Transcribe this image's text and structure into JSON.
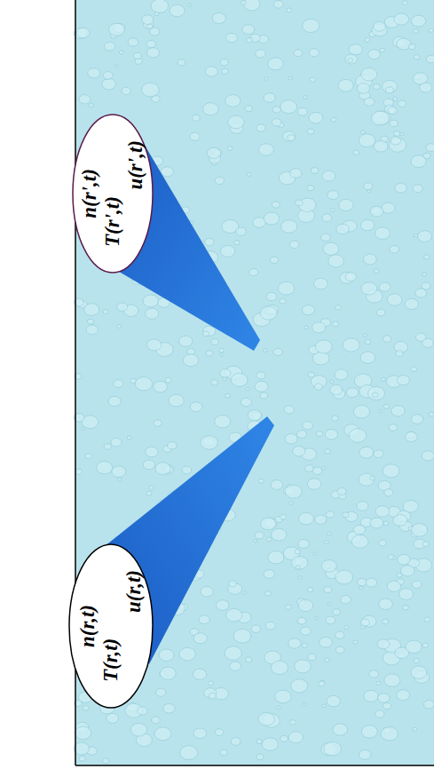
{
  "diagram": {
    "nodes": [
      {
        "text": [
          "n(r,t)",
          "T(r,t)",
          "u(r,t)"
        ]
      },
      {
        "text": [
          "n(r',t)",
          "T(r',t)",
          "u(r',t)"
        ]
      }
    ]
  }
}
